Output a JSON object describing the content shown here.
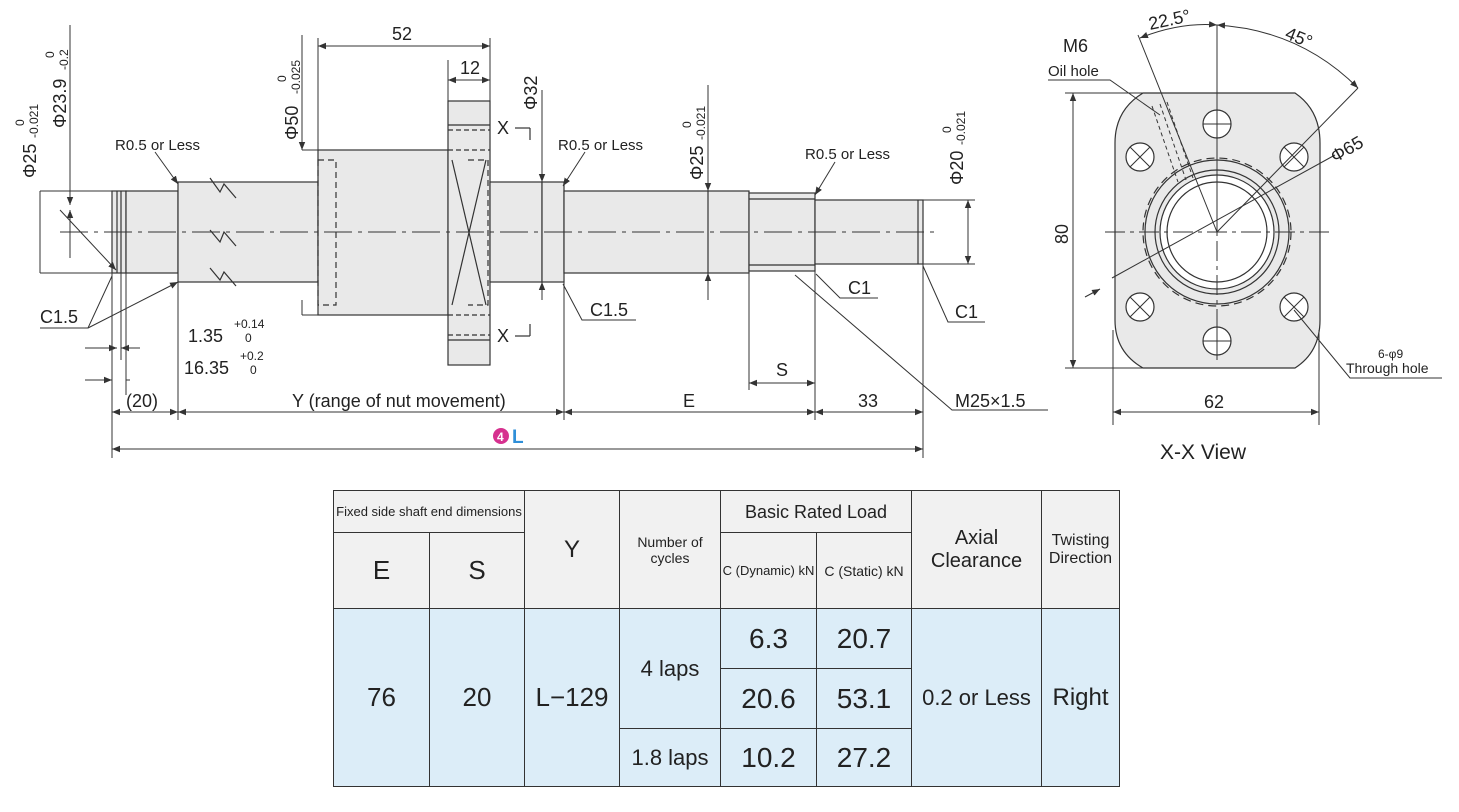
{
  "side_view": {
    "dia_25_left": "Φ25",
    "dia_25_left_tol_upper": "0",
    "dia_25_left_tol_lower": "-0.021",
    "dia_23_9": "Φ23.9",
    "dia_23_9_tol_upper": "0",
    "dia_23_9_tol_lower": "-0.2",
    "dia_50": "Φ50",
    "dia_50_tol_upper": "0",
    "dia_50_tol_lower": "-0.025",
    "len_52": "52",
    "len_12": "12",
    "dia_32": "Φ32",
    "dia_25_mid": "Φ25",
    "dia_25_mid_tol_upper": "0",
    "dia_25_mid_tol_lower": "-0.021",
    "dia_20": "Φ20",
    "dia_20_tol_upper": "0",
    "dia_20_tol_lower": "-0.021",
    "r05_a": "R0.5 or Less",
    "r05_b": "R0.5 or Less",
    "r05_c": "R0.5 or Less",
    "c15_a": "C1.5",
    "c15_b": "C1.5",
    "c1_a": "C1",
    "c1_b": "C1",
    "dim_135": "1.35",
    "dim_135_upper": "+0.14",
    "dim_135_lower": "0",
    "dim_1635": "16.35",
    "dim_1635_upper": "+0.2",
    "dim_1635_lower": "0",
    "dim_20": "(20)",
    "dim_y": "Y (range of nut movement)",
    "dim_e": "E",
    "dim_s": "S",
    "dim_33": "33",
    "thread": "M25×1.5",
    "total_num": "4",
    "total_letter": "L",
    "section_x1": "X",
    "section_x2": "X"
  },
  "xx_view": {
    "angle_1": "22.5°",
    "angle_2": "45°",
    "oil_m6": "M6",
    "oil_hole": "Oil hole",
    "dia_65": "Φ65",
    "dim_80": "80",
    "dim_62": "62",
    "hole_spec": "6-φ9",
    "hole_through": "Through hole",
    "caption": "X-X View"
  },
  "table": {
    "headers": {
      "fixed_side": "Fixed side shaft end dimensions",
      "e": "E",
      "s": "S",
      "y": "Y",
      "cycles": "Number of cycles",
      "basic_load": "Basic Rated Load",
      "dynamic": "C (Dynamic) kN",
      "static": "C (Static) kN",
      "axial": "Axial Clearance",
      "twist": "Twisting Direction"
    },
    "e": "76",
    "s": "20",
    "y": "L−129",
    "axial": "0.2 or Less",
    "twist": "Right",
    "rows": [
      {
        "cycles": "4 laps",
        "dynamic": "6.3",
        "static": "20.7"
      },
      {
        "cycles": "",
        "dynamic": "20.6",
        "static": "53.1"
      },
      {
        "cycles": "1.8 laps",
        "dynamic": "10.2",
        "static": "27.2"
      }
    ]
  },
  "colors": {
    "part_fill": "#e9e9e9",
    "line": "#333333",
    "table_header": "#f1f1f1",
    "table_data": "#dcedf8",
    "badge": "#d6318f",
    "accent_letter": "#2f8fd8"
  }
}
